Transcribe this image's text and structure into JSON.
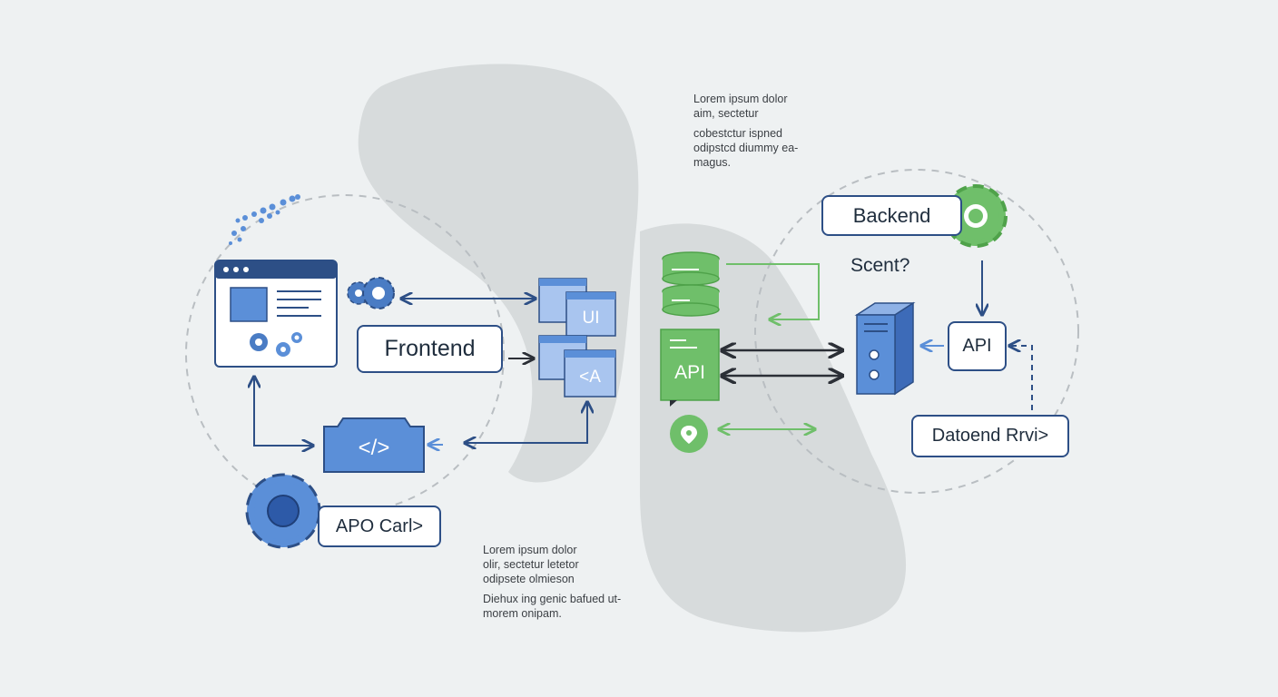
{
  "nodes": {
    "frontend": "Frontend",
    "backend": "Backend",
    "apo_carl": "APO Carl>",
    "datoend_rrvi": "Datoend Rrvi>",
    "scent": "Scent?",
    "api_right": "API",
    "api_green": "API",
    "ui_tile": "UI",
    "angle_tile": "<A",
    "code_block": "</>"
  },
  "notes": {
    "top": [
      "Lorem ipsum dolor",
      "aim, sectetur",
      "cobestctur ispned",
      "odipstcd diummy ea-",
      "magus."
    ],
    "bottom": [
      "Lorem ipsum dolor",
      "olir, sectetur letetor",
      "odipsete olmieson",
      "Diehux ing genic bafued ut-",
      "morem onipam."
    ]
  },
  "colors": {
    "blue": "#5b8fd8",
    "navy": "#2d4f86",
    "green": "#6fbf6a",
    "green_dark": "#4fa24a",
    "gray_blob": "#d7dbdc"
  },
  "icons": [
    "browser-window-icon",
    "gear-icon",
    "code-icon",
    "database-icon",
    "map-pin-icon",
    "server-icon"
  ]
}
